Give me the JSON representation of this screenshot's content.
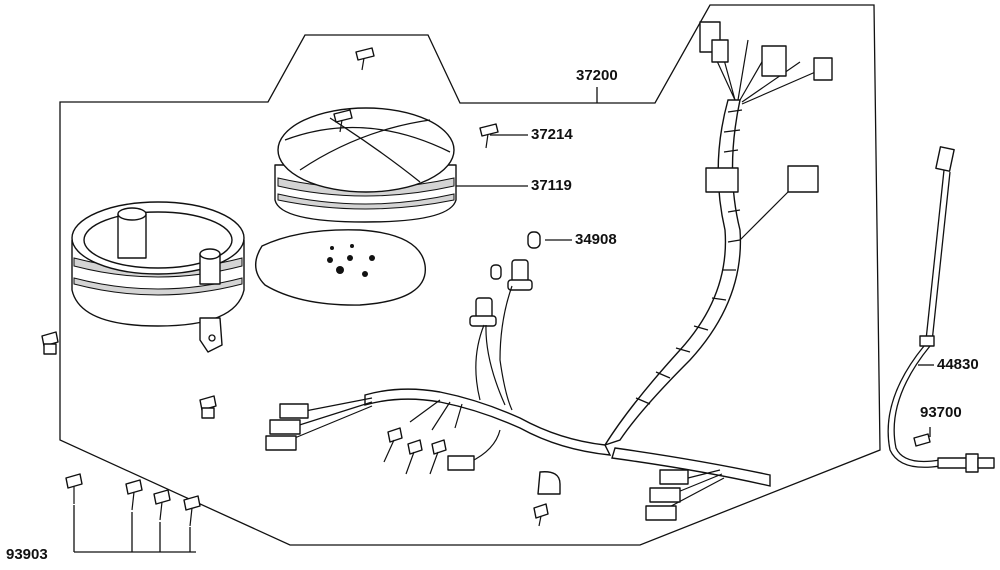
{
  "callouts": {
    "harness": "37200",
    "screw_top": "37214",
    "cover": "37119",
    "bulb": "34908",
    "cable": "44830",
    "cable_screw": "93700",
    "screws": "93903"
  }
}
